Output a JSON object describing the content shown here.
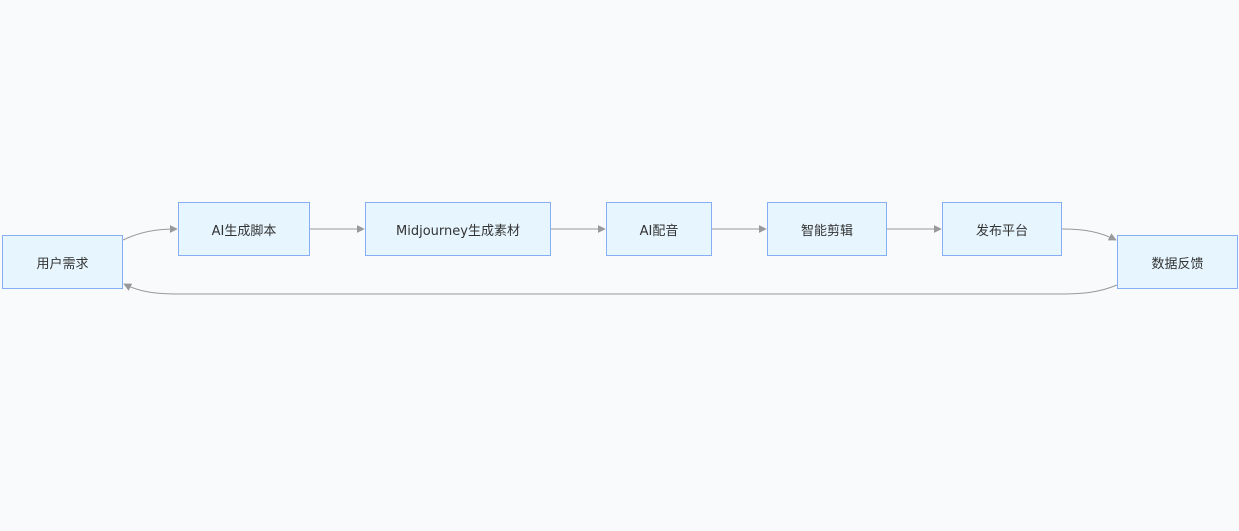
{
  "diagram": {
    "nodes": [
      {
        "id": "user",
        "label": "用户需求"
      },
      {
        "id": "script",
        "label": "AI生成脚本"
      },
      {
        "id": "mj",
        "label": "Midjourney生成素材"
      },
      {
        "id": "voice",
        "label": "AI配音"
      },
      {
        "id": "edit",
        "label": "智能剪辑"
      },
      {
        "id": "publish",
        "label": "发布平台"
      },
      {
        "id": "feedback",
        "label": "数据反馈"
      }
    ],
    "edges": [
      {
        "from": "user",
        "to": "script"
      },
      {
        "from": "script",
        "to": "mj"
      },
      {
        "from": "mj",
        "to": "voice"
      },
      {
        "from": "voice",
        "to": "edit"
      },
      {
        "from": "edit",
        "to": "publish"
      },
      {
        "from": "publish",
        "to": "feedback"
      },
      {
        "from": "feedback",
        "to": "user"
      }
    ],
    "colors": {
      "background": "#f8fafc",
      "node_fill": "#e6f5fe",
      "node_border": "#86aef5",
      "edge": "#999999",
      "text": "#333333"
    }
  }
}
